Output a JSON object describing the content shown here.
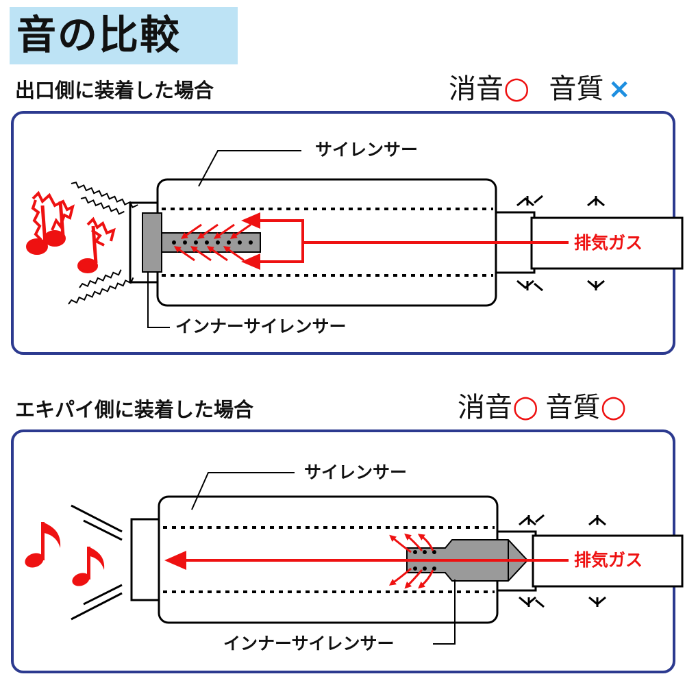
{
  "header": {
    "title": "音の比較"
  },
  "sections": [
    {
      "title": "出口側に装着した場合",
      "rating": {
        "mute_label": "消音",
        "mute_mark": "○",
        "quality_label": "音質",
        "quality_mark": "×"
      },
      "silencer_label": "サイレンサー",
      "inner_label": "インナーサイレンサー",
      "gas_label": "排気ガス"
    },
    {
      "title": "エキパイ側に装着した場合",
      "rating": {
        "mute_label": "消音",
        "mute_mark": "○",
        "quality_label": "音質",
        "quality_mark": "○"
      },
      "silencer_label": "サイレンサー",
      "inner_label": "インナーサイレンサー",
      "gas_label": "排気ガス"
    }
  ],
  "colors": {
    "title_bg": "#bde3f5",
    "panel_border": "#2c3a8f",
    "arrow_red": "#ee1111",
    "circle_red": "#ee1111",
    "cross_blue": "#1e8fe0",
    "inner_gray": "#9a9a9a"
  }
}
